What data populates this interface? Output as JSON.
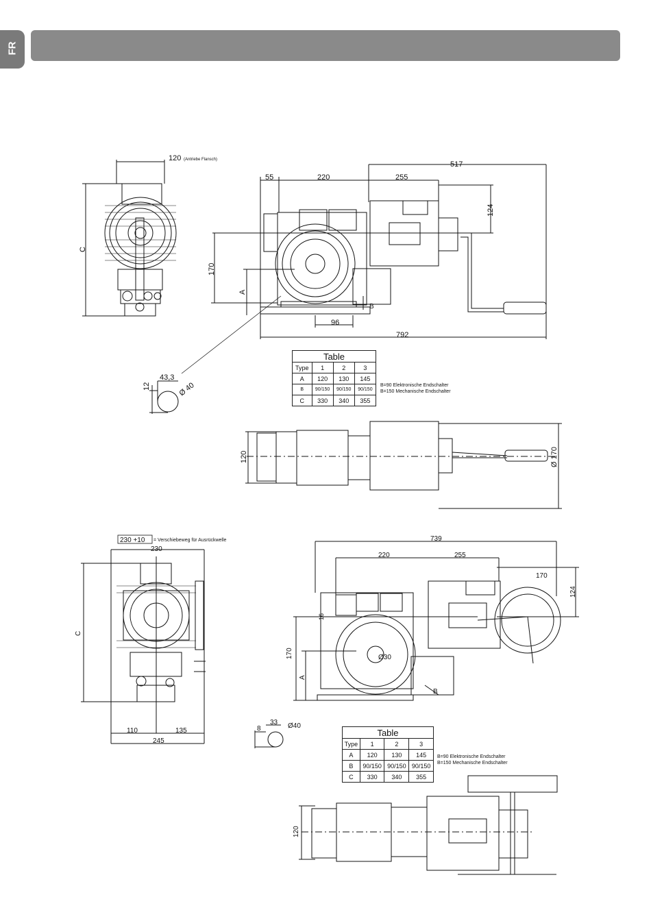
{
  "page": {
    "language_tab": "FR"
  },
  "drawing_top": {
    "labels": {
      "flange": "(Antriebe Flansch)",
      "d120": "120",
      "d517": "517",
      "d55": "55",
      "d220": "220",
      "d255": "255",
      "d124": "124",
      "d170": "170",
      "dA": "A",
      "dB": "B",
      "dC": "C",
      "d96": "96",
      "d792": "792",
      "d12": "12",
      "d43_3": "43,3",
      "dia40": "Ø 40",
      "plan120": "120",
      "dia170": "Ø 170"
    },
    "table": {
      "title": "Table",
      "header": [
        "Type",
        "1",
        "2",
        "3"
      ],
      "rows": [
        [
          "A",
          "120",
          "130",
          "145"
        ],
        [
          "B",
          "90/150",
          "90/150",
          "90/150"
        ],
        [
          "C",
          "330",
          "340",
          "355"
        ]
      ],
      "note1": "B=90 Elektronische Endschalter",
      "note2": "B=150 Mechanische Endschalter"
    }
  },
  "drawing_bottom": {
    "labels": {
      "travel": "230 +10",
      "travel_text": "= Verschiebeweg für Ausrückwelle",
      "d230": "230",
      "dC": "C",
      "d110": "110",
      "d135": "135",
      "d245": "245",
      "d739": "739",
      "d220": "220",
      "d255": "255",
      "d170": "170",
      "d124": "124",
      "d170v": "170",
      "dA": "A",
      "dB": "B",
      "dia30": "Ø30",
      "d16": "16",
      "d8": "8",
      "d33": "33",
      "dia40": "Ø40",
      "plan120": "120"
    },
    "table": {
      "title": "Table",
      "header": [
        "Type",
        "1",
        "2",
        "3"
      ],
      "rows": [
        [
          "A",
          "120",
          "130",
          "145"
        ],
        [
          "B",
          "90/150",
          "90/150",
          "90/150"
        ],
        [
          "C",
          "330",
          "340",
          "355"
        ]
      ],
      "note1": "B=90 Elektronische Endschalter",
      "note2": "B=150 Mechanische Endschalter"
    }
  }
}
